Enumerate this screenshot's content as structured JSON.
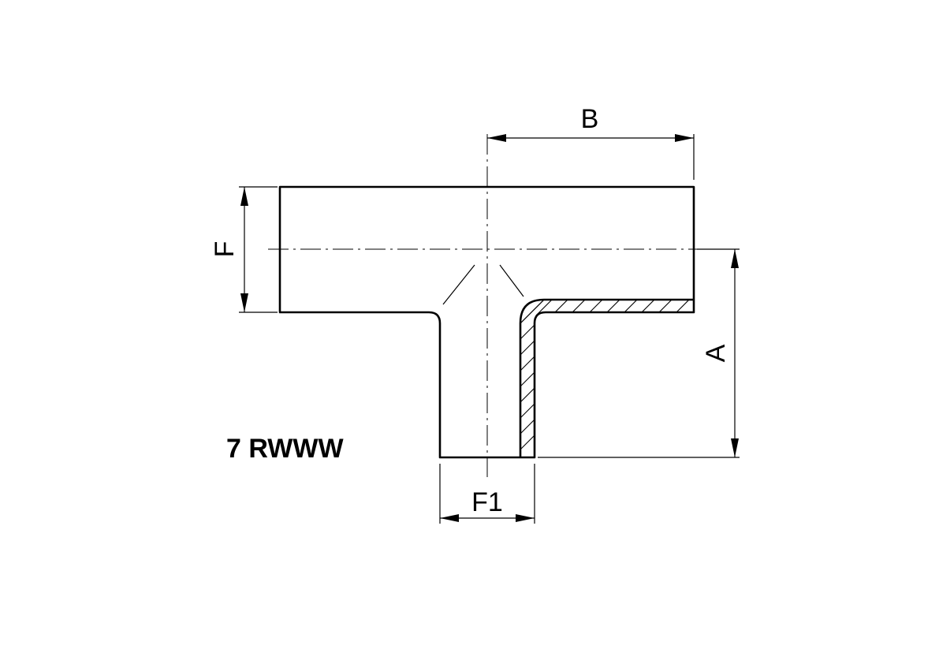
{
  "dimensions": {
    "b": "B",
    "f": "F",
    "a": "A",
    "f1": "F1"
  },
  "part_code": "7 RWWW"
}
